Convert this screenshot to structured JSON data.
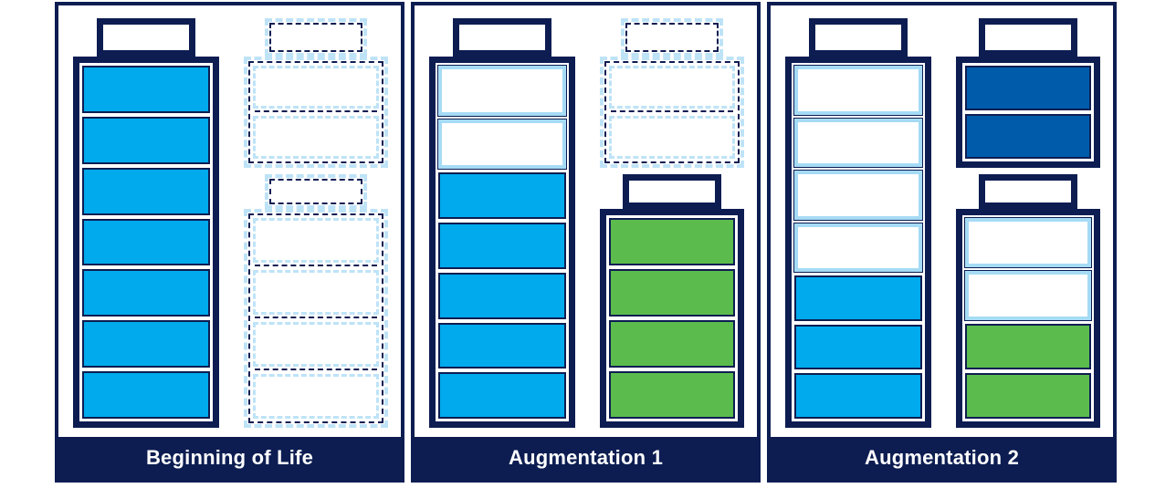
{
  "figure": {
    "description": "Battery energy storage augmentation stages diagram",
    "background": "#FFFFFF",
    "colors": {
      "navy": "#0D1D52",
      "charged_blue": "#00AAEC",
      "new_green": "#5BBC4D",
      "reserve_blue": "#005CAB",
      "depleted_frame": "#A6DBF5",
      "ghost_dash": "#BEE3F7",
      "label_text": "#FFFFFF"
    }
  },
  "panels": [
    {
      "label": "Beginning of Life",
      "batteries": [
        {
          "position": "left-full",
          "style": "solid",
          "cap": "solid",
          "segments": [
            "charged",
            "charged",
            "charged",
            "charged",
            "charged",
            "charged",
            "charged"
          ]
        },
        {
          "position": "right-top",
          "style": "ghost",
          "cap": "ghost",
          "segments": [
            "planned",
            "planned"
          ]
        },
        {
          "position": "right-bottom",
          "style": "ghost",
          "cap": "ghost",
          "segments": [
            "planned",
            "planned",
            "planned",
            "planned"
          ]
        }
      ]
    },
    {
      "label": "Augmentation 1",
      "batteries": [
        {
          "position": "left-full",
          "style": "solid",
          "cap": "solid",
          "segments": [
            "depleted",
            "depleted",
            "charged",
            "charged",
            "charged",
            "charged",
            "charged"
          ]
        },
        {
          "position": "right-top",
          "style": "ghost",
          "cap": "ghost",
          "segments": [
            "planned",
            "planned"
          ]
        },
        {
          "position": "right-bottom",
          "style": "solid",
          "cap": "solid",
          "segments": [
            "new",
            "new",
            "new",
            "new"
          ]
        }
      ]
    },
    {
      "label": "Augmentation 2",
      "batteries": [
        {
          "position": "left-full",
          "style": "solid",
          "cap": "solid",
          "segments": [
            "depleted",
            "depleted",
            "depleted",
            "depleted",
            "charged",
            "charged",
            "charged"
          ]
        },
        {
          "position": "right-top",
          "style": "solid",
          "cap": "solid",
          "segments": [
            "reserve",
            "reserve"
          ]
        },
        {
          "position": "right-bottom",
          "style": "solid",
          "cap": "solid",
          "segments": [
            "depleted",
            "depleted",
            "new",
            "new"
          ]
        }
      ]
    }
  ]
}
